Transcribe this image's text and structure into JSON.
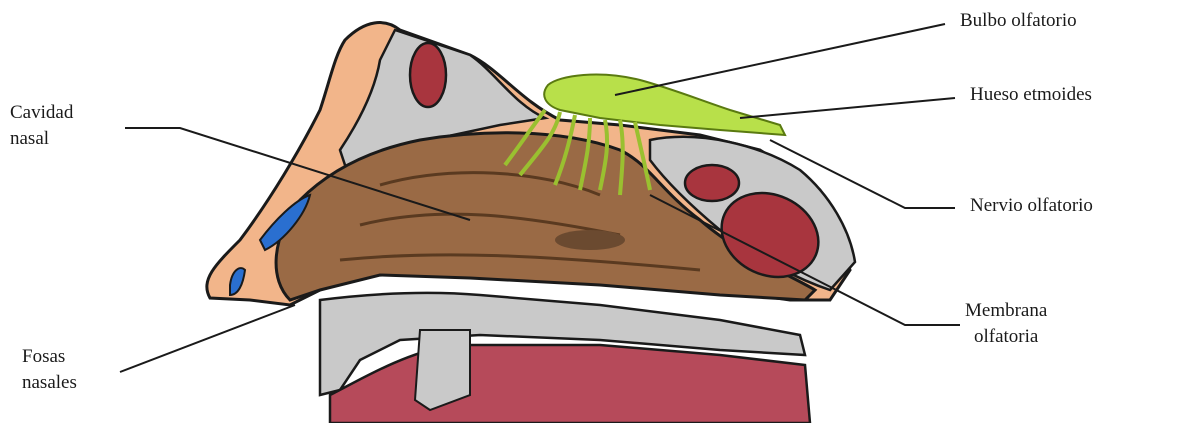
{
  "labels": {
    "bulbo": "Bulbo olfatorio",
    "hueso": "Hueso etmoides",
    "nervio": "Nervio olfatorio",
    "membrana": [
      "Membrana",
      "olfatoria"
    ],
    "cavidad": [
      "Cavidad",
      "nasal"
    ],
    "fosas": [
      "Fosas",
      "nasales"
    ]
  },
  "colors": {
    "skin": "#f2b58a",
    "cavity": "#9a6a45",
    "bone": "#c9c9c9",
    "sinus": "#a8353e",
    "mucosa": "#b64a5a",
    "bulb": "#b8e04a",
    "nostril": "#2a6fd0",
    "outline": "#1a1a1a"
  }
}
